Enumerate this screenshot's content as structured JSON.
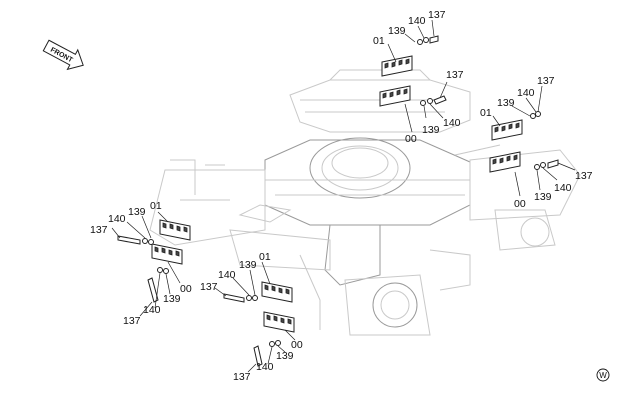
{
  "direction_arrow": {
    "label": "FRONT"
  },
  "corner_badge": {
    "label": "W"
  },
  "callouts": [
    {
      "id": "a1",
      "text": "01"
    },
    {
      "id": "a2",
      "text": "139"
    },
    {
      "id": "a3",
      "text": "140"
    },
    {
      "id": "a4",
      "text": "137"
    },
    {
      "id": "b1",
      "text": "137"
    },
    {
      "id": "b2",
      "text": "140"
    },
    {
      "id": "b3",
      "text": "139"
    },
    {
      "id": "b4",
      "text": "00"
    },
    {
      "id": "c1",
      "text": "01"
    },
    {
      "id": "c2",
      "text": "139"
    },
    {
      "id": "c3",
      "text": "140"
    },
    {
      "id": "c4",
      "text": "137"
    },
    {
      "id": "d1",
      "text": "00"
    },
    {
      "id": "d2",
      "text": "139"
    },
    {
      "id": "d3",
      "text": "140"
    },
    {
      "id": "d4",
      "text": "137"
    },
    {
      "id": "e1",
      "text": "137"
    },
    {
      "id": "e2",
      "text": "140"
    },
    {
      "id": "e3",
      "text": "139"
    },
    {
      "id": "e4",
      "text": "01"
    },
    {
      "id": "f1",
      "text": "00"
    },
    {
      "id": "f2",
      "text": "139"
    },
    {
      "id": "f3",
      "text": "140"
    },
    {
      "id": "f4",
      "text": "137"
    },
    {
      "id": "g1",
      "text": "137"
    },
    {
      "id": "g2",
      "text": "140"
    },
    {
      "id": "g3",
      "text": "139"
    },
    {
      "id": "g4",
      "text": "01"
    },
    {
      "id": "h1",
      "text": "00"
    },
    {
      "id": "h2",
      "text": "139"
    },
    {
      "id": "h3",
      "text": "140"
    },
    {
      "id": "h4",
      "text": "137"
    }
  ]
}
